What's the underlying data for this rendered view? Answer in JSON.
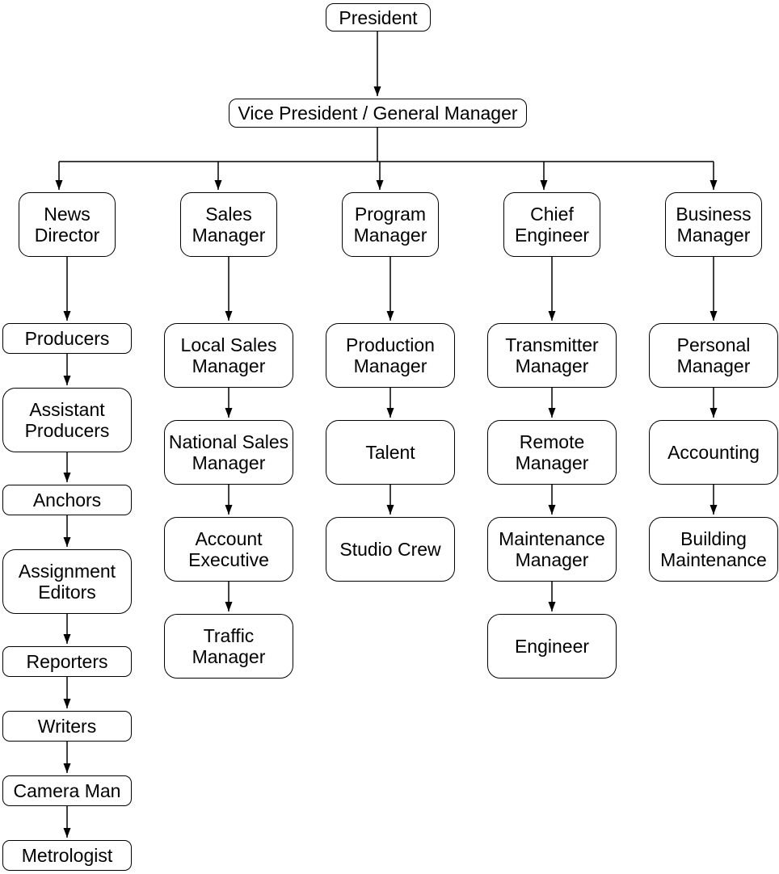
{
  "diagram": {
    "type": "org-chart",
    "colors": {
      "background": "#ffffff",
      "box_fill": "#ffffff",
      "box_border": "#000000",
      "line": "#000000",
      "text": "#000000"
    },
    "nodes": {
      "president": "President",
      "vice_president": "Vice President / General Manager"
    },
    "branches": [
      {
        "head": "News Director",
        "chain": [
          "Producers",
          "Assistant Producers",
          "Anchors",
          "Assignment Editors",
          "Reporters",
          "Writers",
          "Camera Man",
          "Metrologist"
        ]
      },
      {
        "head": "Sales Manager",
        "chain": [
          "Local Sales Manager",
          "National Sales Manager",
          "Account Executive",
          "Traffic Manager"
        ]
      },
      {
        "head": "Program Manager",
        "chain": [
          "Production Manager",
          "Talent",
          "Studio Crew"
        ]
      },
      {
        "head": "Chief Engineer",
        "chain": [
          "Transmitter Manager",
          "Remote Manager",
          "Maintenance Manager",
          "Engineer"
        ]
      },
      {
        "head": "Business Manager",
        "chain": [
          "Personal Manager",
          "Accounting",
          "Building Maintenance"
        ]
      }
    ]
  }
}
